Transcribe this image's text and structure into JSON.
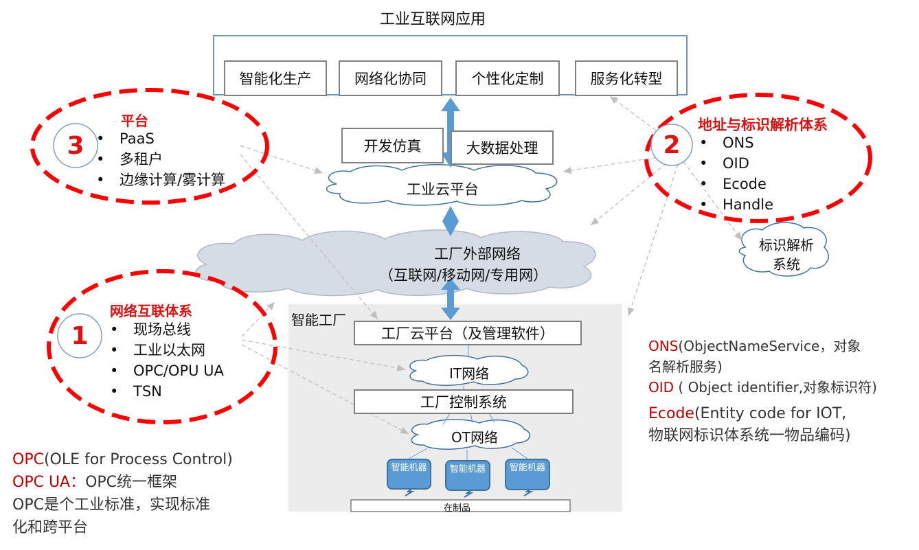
{
  "top": {
    "title": "工业互联网应用",
    "apps": [
      "智能化生产",
      "网络化协同",
      "个性化定制",
      "服务化转型"
    ],
    "dev_sim": "开发仿真",
    "bigdata": "大数据处理",
    "industrial_cloud": "工业云平台"
  },
  "external_network": {
    "line1": "工厂外部网络",
    "line2": "（互联网/移动网/专用网）"
  },
  "factory": {
    "label": "智能工厂",
    "cloud_platform": "工厂云平台（及管理软件）",
    "it_network": "IT网络",
    "control_system": "工厂控制系统",
    "ot_network": "OT网络",
    "machines": [
      "智能机器",
      "智能机器",
      "智能机器"
    ],
    "wip": "在制品"
  },
  "platform": {
    "number": "3",
    "title": "平台",
    "items": [
      "PaaS",
      "多租户",
      "边缘计算/雾计算"
    ]
  },
  "identity": {
    "number": "2",
    "title": "地址与标识解析体系",
    "items": [
      "ONS",
      "OID",
      "Ecode",
      "Handle"
    ],
    "system": "标识解析系统"
  },
  "network": {
    "number": "1",
    "title": "网络互联体系",
    "items": [
      "现场总线",
      "工业以太网",
      "OPC/OPU UA",
      "TSN"
    ]
  },
  "notes_left": [
    {
      "key": "OPC",
      "text": "(OLE for Process Control)"
    },
    {
      "key": "OPC UA：",
      "text": "OPC统一框架"
    },
    {
      "key": "",
      "text": "OPC是个工业标准，实现标准"
    },
    {
      "key": "",
      "text": "化和跨平台"
    }
  ],
  "notes_right": [
    {
      "key": "ONS",
      "text": "(ObjectNameService，对象"
    },
    {
      "key": "",
      "text": "名解析服务)"
    },
    {
      "key": "OID",
      "text": " ( Object identifier,对象标识符)"
    },
    {
      "key": "Ecode",
      "text": "(Entity code for IOT,"
    },
    {
      "key": "",
      "text": "物联网标识体系统一物品编码)"
    }
  ],
  "colors": {
    "accent_red": "#e01010",
    "arrow_blue": "#5b9bd5",
    "factory_bg": "#ececec"
  }
}
